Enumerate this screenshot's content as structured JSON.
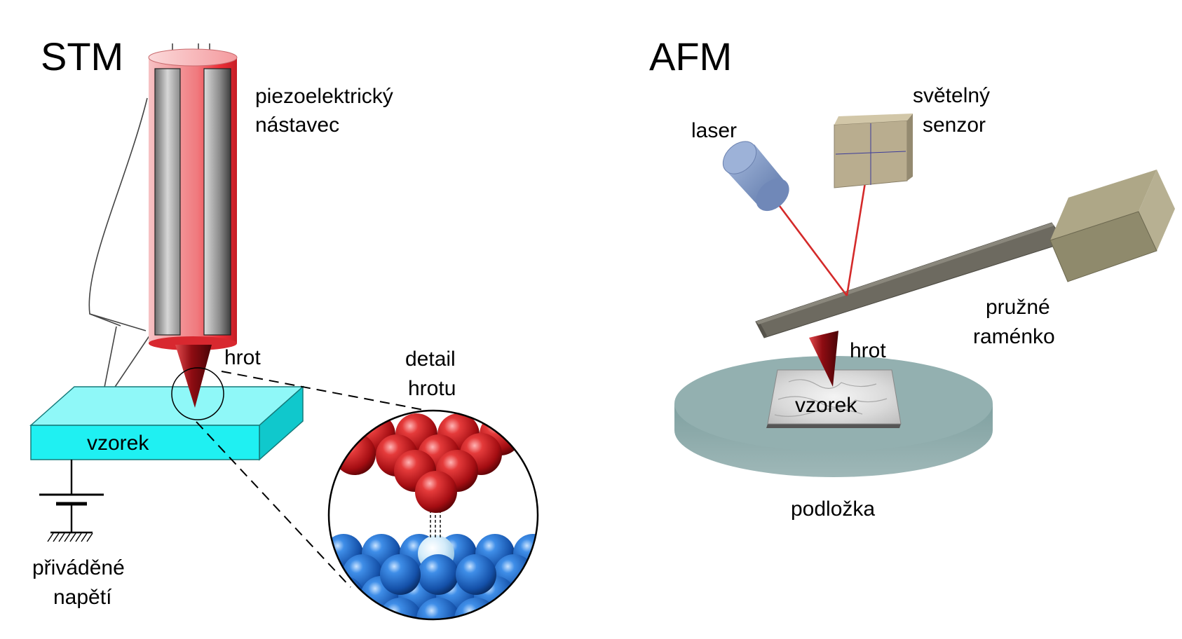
{
  "stm": {
    "title": "STM",
    "piezo_label": [
      "piezoelektrický",
      "nástavec"
    ],
    "tip_label": "hrot",
    "detail_label": [
      "detail",
      "hrotu"
    ],
    "sample_label": "vzorek",
    "voltage_label": [
      "přiváděné",
      "napětí"
    ]
  },
  "afm": {
    "title": "AFM",
    "laser_label": "laser",
    "sensor_label": [
      "světelný",
      "senzor"
    ],
    "cantilever_label": [
      "pružné",
      "raménko"
    ],
    "tip_label": "hrot",
    "sample_label": "vzorek",
    "substrate_label": "podložka"
  },
  "colors": {
    "piezo_red": "#e8323a",
    "tip_dark_red": "#9a0c12",
    "sample_cyan": "#1ff0f2",
    "atom_red": "#c4141a",
    "atom_blue": "#1d5fc0",
    "laser_beam": "#d42a2a",
    "laser_body": "#7f96c2",
    "sensor_tan": "#b9ad8f",
    "cantilever_grey": "#6d6a60",
    "substrate_teal": "#8eabab"
  }
}
